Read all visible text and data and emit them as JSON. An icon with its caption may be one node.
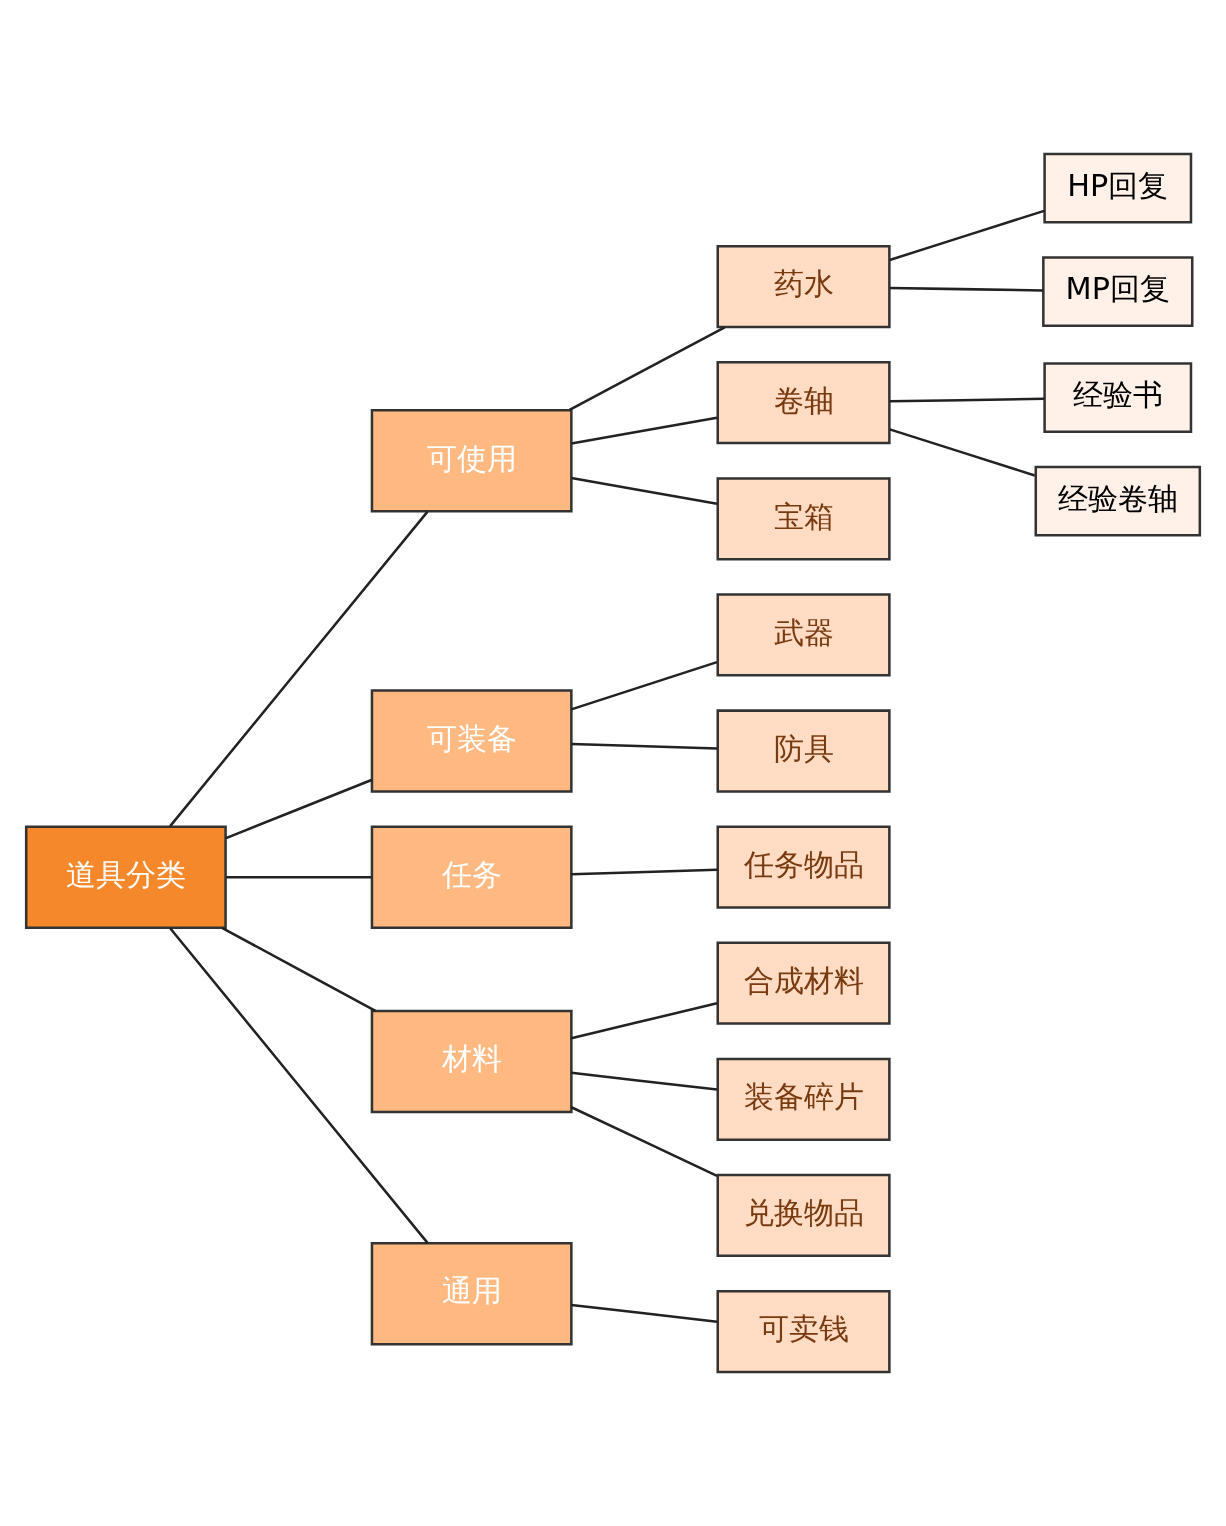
{
  "diagram": {
    "nodes": [
      {
        "text": [
          "道具分类"
        ]
      },
      {
        "text": [
          "可使用"
        ]
      },
      {
        "text": [
          "药水"
        ]
      },
      {
        "text": [
          "HP回复"
        ]
      },
      {
        "text": [
          "MP回复"
        ]
      },
      {
        "text": [
          "卷轴"
        ]
      },
      {
        "text": [
          "经验书"
        ]
      },
      {
        "text": [
          "经验卷轴"
        ]
      },
      {
        "text": [
          "宝箱"
        ]
      },
      {
        "text": [
          "可装备"
        ]
      },
      {
        "text": [
          "武器"
        ]
      },
      {
        "text": [
          "防具"
        ]
      },
      {
        "text": [
          "任务"
        ]
      },
      {
        "text": [
          "任务物品"
        ]
      },
      {
        "text": [
          "材料"
        ]
      },
      {
        "text": [
          "合成材料"
        ]
      },
      {
        "text": [
          "装备碎片"
        ]
      },
      {
        "text": [
          "兑换物品"
        ]
      },
      {
        "text": [
          "通用"
        ]
      },
      {
        "text": [
          "可卖钱"
        ]
      }
    ],
    "edges": [
      {
        "from": 0,
        "to": 1,
        "arrow": "none"
      },
      {
        "from": 0,
        "to": 9,
        "arrow": "none"
      },
      {
        "from": 0,
        "to": 12,
        "arrow": "none"
      },
      {
        "from": 0,
        "to": 14,
        "arrow": "none"
      },
      {
        "from": 0,
        "to": 18,
        "arrow": "none"
      },
      {
        "from": 1,
        "to": 2,
        "arrow": "none"
      },
      {
        "from": 1,
        "to": 5,
        "arrow": "none"
      },
      {
        "from": 1,
        "to": 8,
        "arrow": "none"
      },
      {
        "from": 2,
        "to": 3,
        "arrow": "none"
      },
      {
        "from": 2,
        "to": 4,
        "arrow": "none"
      },
      {
        "from": 5,
        "to": 6,
        "arrow": "none"
      },
      {
        "from": 5,
        "to": 7,
        "arrow": "none"
      },
      {
        "from": 9,
        "to": 10,
        "arrow": "none"
      },
      {
        "from": 9,
        "to": 11,
        "arrow": "none"
      },
      {
        "from": 12,
        "to": 13,
        "arrow": "none"
      },
      {
        "from": 14,
        "to": 15,
        "arrow": "none"
      },
      {
        "from": 14,
        "to": 16,
        "arrow": "none"
      },
      {
        "from": 14,
        "to": 17,
        "arrow": "none"
      },
      {
        "from": 18,
        "to": 19,
        "arrow": "none"
      }
    ]
  }
}
